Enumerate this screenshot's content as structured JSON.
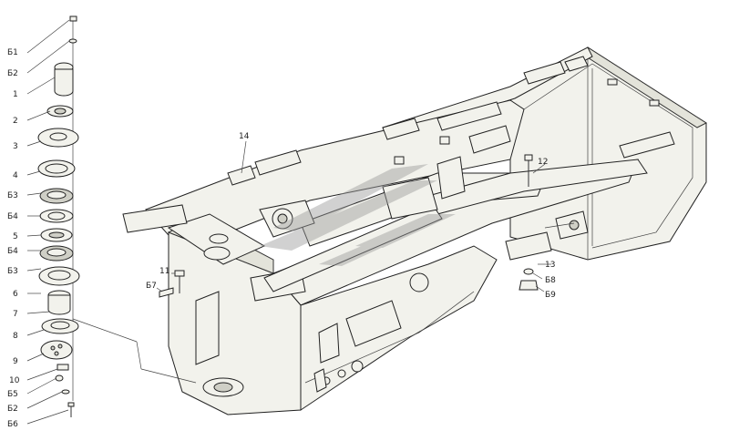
{
  "callouts": {
    "c_b1": "Б1",
    "c_b2": "Б2",
    "c_1": "1",
    "c_2": "2",
    "c_3": "3",
    "c_4": "4",
    "c_b3a": "Б3",
    "c_b4a": "Б4",
    "c_5": "5",
    "c_b4b": "Б4",
    "c_b3b": "Б3",
    "c_6": "6",
    "c_7": "7",
    "c_8": "8",
    "c_9": "9",
    "c_10": "10",
    "c_b5": "Б5",
    "c_b2b": "Б2",
    "c_b6": "Б6",
    "c_11": "11",
    "c_b7": "Б7",
    "c_12": "12",
    "c_13": "13",
    "c_b8": "Б8",
    "c_b9": "Б9",
    "c_14": "14"
  },
  "colors": {
    "line": "#222222",
    "fill": "#f2f2ec",
    "watermark": "#9a9a9a"
  }
}
